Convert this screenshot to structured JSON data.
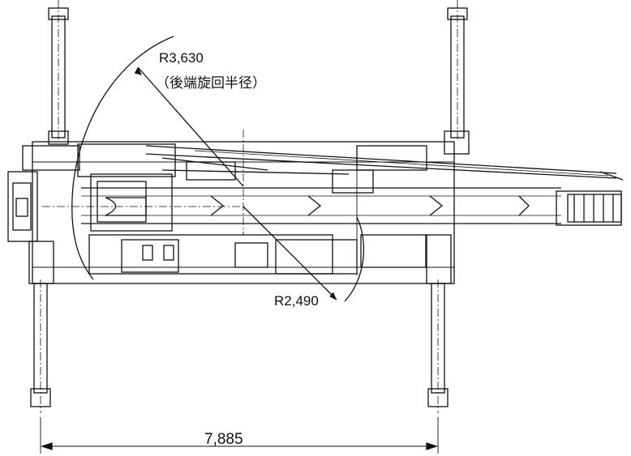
{
  "labels": {
    "tail_radius": "R3,630",
    "tail_radius_note": "（後端旋回半径）",
    "front_radius": "R2,490",
    "outrigger_span": "7,885"
  }
}
